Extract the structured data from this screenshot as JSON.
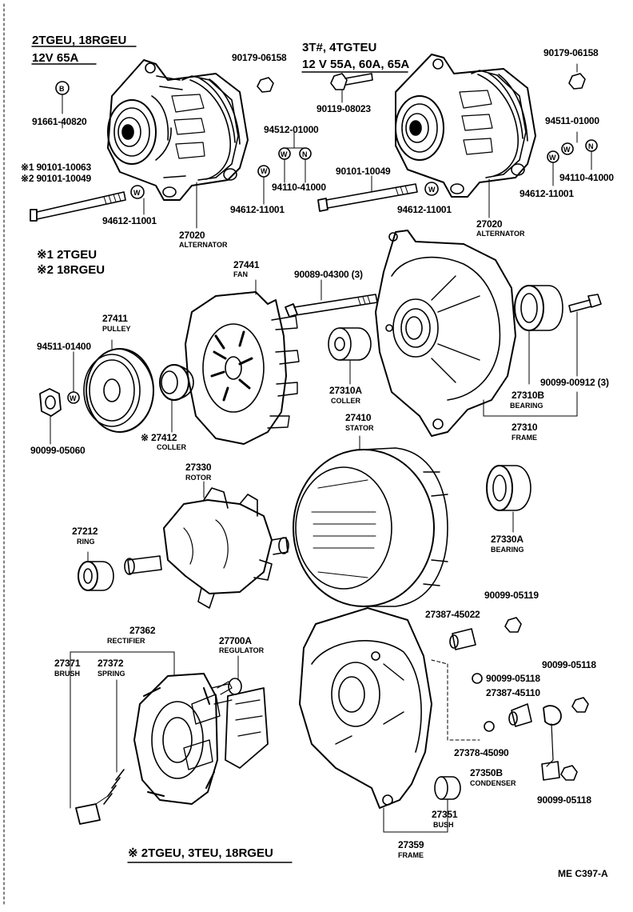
{
  "headers": {
    "group1_engines": "2TGEU, 18RGEU",
    "group1_rating": "12V 65A",
    "group2_engines": "3T#, 4TGTEU",
    "group2_rating": "12 V 55A, 60A, 65A",
    "notes_1": "※1 2TGEU",
    "notes_2": "※2 18RGEU",
    "footer_note": "※ 2TGEU, 3TEU, 18RGEU"
  },
  "markers": {
    "washer": "W",
    "nut": "N",
    "bolt": "B"
  },
  "parts": [
    {
      "id": "p_91661_40820",
      "number": "91661-40820",
      "name": ""
    },
    {
      "id": "p_90101_10063",
      "number": "※1 90101-10063",
      "name": ""
    },
    {
      "id": "p_90101_10049a",
      "number": "※2 90101-10049",
      "name": ""
    },
    {
      "id": "p_94612_11001a",
      "number": "94612-11001",
      "name": ""
    },
    {
      "id": "p_27020a",
      "number": "27020",
      "name": "ALTERNATOR"
    },
    {
      "id": "p_90179_06158a",
      "number": "90179-06158",
      "name": ""
    },
    {
      "id": "p_94512_01000",
      "number": "94512-01000",
      "name": ""
    },
    {
      "id": "p_94110_41000a",
      "number": "94110-41000",
      "name": ""
    },
    {
      "id": "p_94612_11001b",
      "number": "94612-11001",
      "name": ""
    },
    {
      "id": "p_90119_08023",
      "number": "90119-08023",
      "name": ""
    },
    {
      "id": "p_90101_10049b",
      "number": "90101-10049",
      "name": ""
    },
    {
      "id": "p_94612_11001c",
      "number": "94612-11001",
      "name": ""
    },
    {
      "id": "p_90179_06158b",
      "number": "90179-06158",
      "name": ""
    },
    {
      "id": "p_94511_01000",
      "number": "94511-01000",
      "name": ""
    },
    {
      "id": "p_94110_41000b",
      "number": "94110-41000",
      "name": ""
    },
    {
      "id": "p_94612_11001d",
      "number": "94612-11001",
      "name": ""
    },
    {
      "id": "p_27020b",
      "number": "27020",
      "name": "ALTERNATOR"
    },
    {
      "id": "p_27441",
      "number": "27441",
      "name": "FAN"
    },
    {
      "id": "p_90089_04300",
      "number": "90089-04300 (3)",
      "name": ""
    },
    {
      "id": "p_27411",
      "number": "27411",
      "name": "PULLEY"
    },
    {
      "id": "p_94511_01400",
      "number": "94511-01400",
      "name": ""
    },
    {
      "id": "p_90099_05060",
      "number": "90099-05060",
      "name": ""
    },
    {
      "id": "p_27412",
      "number": "※ 27412",
      "name": "COLLER"
    },
    {
      "id": "p_27310a",
      "number": "27310A",
      "name": "COLLER"
    },
    {
      "id": "p_27310b",
      "number": "27310B",
      "name": "BEARING"
    },
    {
      "id": "p_90099_00912",
      "number": "90099-00912 (3)",
      "name": ""
    },
    {
      "id": "p_27310",
      "number": "27310",
      "name": "FRAME"
    },
    {
      "id": "p_27410",
      "number": "27410",
      "name": "STATOR"
    },
    {
      "id": "p_27330",
      "number": "27330",
      "name": "ROTOR"
    },
    {
      "id": "p_27212",
      "number": "27212",
      "name": "RING"
    },
    {
      "id": "p_27330a",
      "number": "27330A",
      "name": "BEARING"
    },
    {
      "id": "p_27362",
      "number": "27362",
      "name": "RECTIFIER"
    },
    {
      "id": "p_27371",
      "number": "27371",
      "name": "BRUSH"
    },
    {
      "id": "p_27372",
      "number": "27372",
      "name": "SPRING"
    },
    {
      "id": "p_27700a",
      "number": "27700A",
      "name": "REGULATOR"
    },
    {
      "id": "p_27387_45022",
      "number": "27387-45022",
      "name": ""
    },
    {
      "id": "p_90099_05119",
      "number": "90099-05119",
      "name": ""
    },
    {
      "id": "p_90099_05118a",
      "number": "90099-05118",
      "name": ""
    },
    {
      "id": "p_90099_05118b",
      "number": "90099-05118",
      "name": ""
    },
    {
      "id": "p_27387_45110",
      "number": "27387-45110",
      "name": ""
    },
    {
      "id": "p_27378_45090",
      "number": "27378-45090",
      "name": ""
    },
    {
      "id": "p_27350b",
      "number": "27350B",
      "name": "CONDENSER"
    },
    {
      "id": "p_90099_05118c",
      "number": "90099-05118",
      "name": ""
    },
    {
      "id": "p_27351",
      "number": "27351",
      "name": "BUSH"
    },
    {
      "id": "p_27359",
      "number": "27359",
      "name": "FRAME"
    }
  ],
  "footer": {
    "code": "ME  C397-A"
  }
}
